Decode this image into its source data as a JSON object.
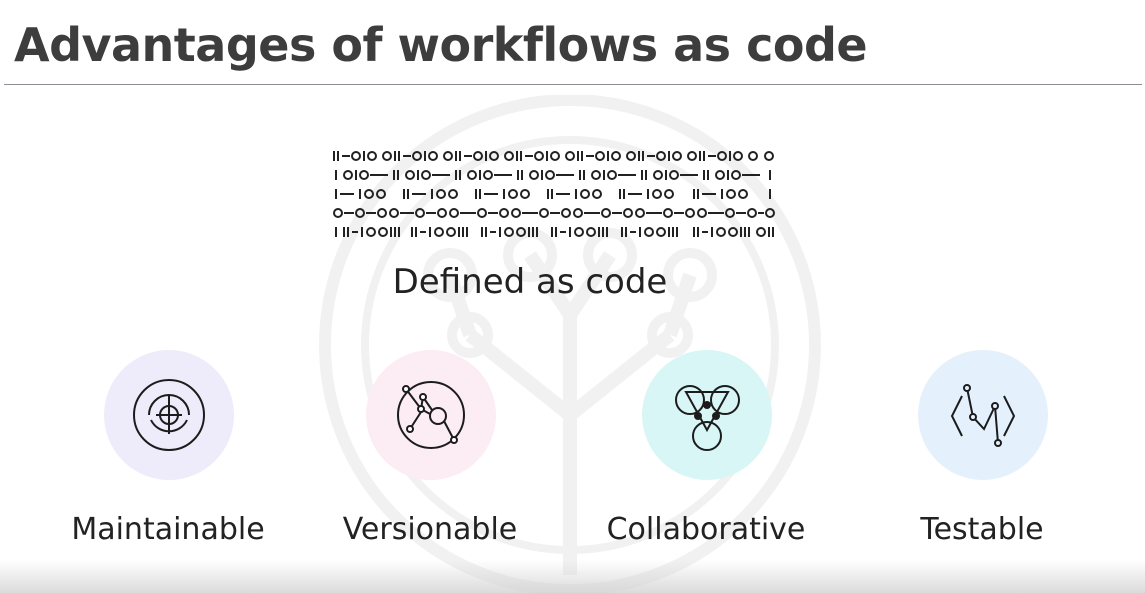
{
  "slide": {
    "title": "Advantages of workflows as code"
  },
  "code_block": {
    "icon": "binary-code-icon",
    "label": "Defined as code"
  },
  "features": [
    {
      "label": "Maintainable",
      "icon": "crosshair-dial-icon",
      "badge_color": "#eeebfb"
    },
    {
      "label": "Versionable",
      "icon": "node-network-icon",
      "badge_color": "#fcecf4"
    },
    {
      "label": "Collaborative",
      "icon": "venn-triangle-icon",
      "badge_color": "#d8f6f6"
    },
    {
      "label": "Testable",
      "icon": "code-check-icon",
      "badge_color": "#e4f1fc"
    }
  ]
}
